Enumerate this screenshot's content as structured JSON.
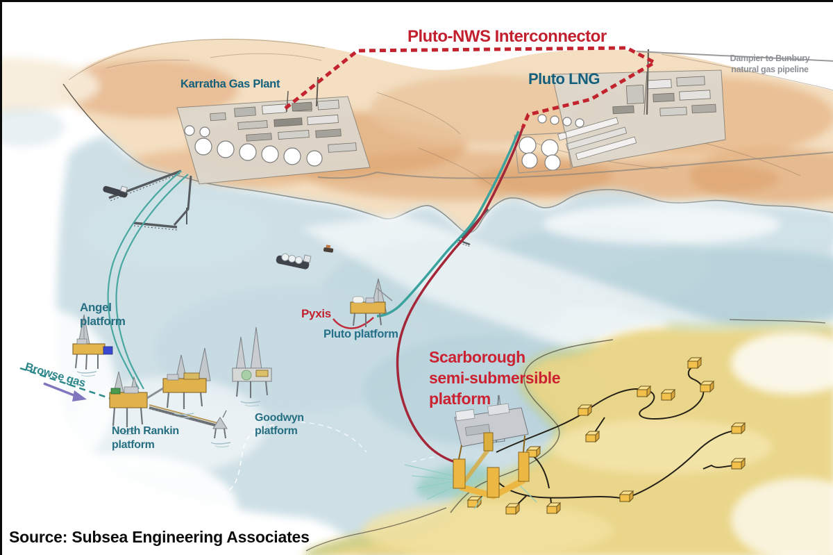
{
  "labels": {
    "interconnector": "Pluto-NWS Interconnector",
    "pluto_lng": "Pluto LNG",
    "dampier_line1": "Dampier to Bunbury",
    "dampier_line2": "natural gas pipeline",
    "karratha": "Karratha Gas Plant",
    "angel_line1": "Angel",
    "angel_line2": "platform",
    "browse_gas": "Browse gas",
    "north_rankin_line1": "North Rankin",
    "north_rankin_line2": "platform",
    "goodwyn_line1": "Goodwyn",
    "goodwyn_line2": "platform",
    "pyxis": "Pyxis",
    "pluto_platform": "Pluto platform",
    "scarborough_line1": "Scarborough",
    "scarborough_line2": "semi-submersible",
    "scarborough_line3": "platform"
  },
  "source": "Source: Subsea Engineering Associates",
  "colors": {
    "label_red": "#c2202e",
    "label_teal": "#266e81",
    "label_dark_teal": "#14607c",
    "label_gray": "#8d9094",
    "interconnector_dashed_red": "#c2232e",
    "scarborough_pipeline_red": "#a32739",
    "gas_pipeline_teal": "#3ba39e",
    "browse_arrow_purple": "#7f76bd",
    "flowline_black": "#241f17",
    "wellhead_gold": "#f2c14c",
    "land_tan": "#f4dfc2",
    "sea_blue": "#ccdfe5",
    "sand_yellow": "#e9d484",
    "dbngp_gray": "#9a9a9a"
  }
}
